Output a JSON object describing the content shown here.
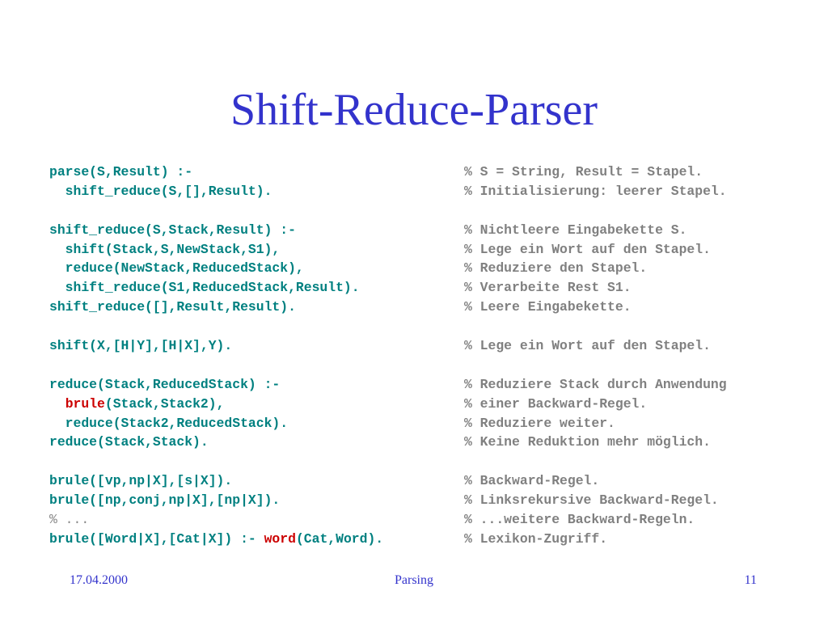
{
  "slide": {
    "title": "Shift-Reduce-Parser",
    "footer": {
      "date": "17.04.2000",
      "topic": "Parsing",
      "page": "11"
    }
  },
  "lines": [
    {
      "segments": [
        {
          "text": "parse(S,Result) :-",
          "style": "code"
        }
      ],
      "comment": "% S = String, Result = Stapel."
    },
    {
      "segments": [
        {
          "text": "  shift_reduce(S,[],Result).",
          "style": "code"
        }
      ],
      "comment": "% Initialisierung: leerer Stapel."
    },
    {
      "segments": [],
      "comment": ""
    },
    {
      "segments": [
        {
          "text": "shift_reduce(S,Stack,Result) :-",
          "style": "code"
        }
      ],
      "comment": "% Nichtleere Eingabekette S."
    },
    {
      "segments": [
        {
          "text": "  shift(Stack,S,NewStack,S1),",
          "style": "code"
        }
      ],
      "comment": "% Lege ein Wort auf den Stapel."
    },
    {
      "segments": [
        {
          "text": "  reduce(NewStack,ReducedStack),",
          "style": "code"
        }
      ],
      "comment": "% Reduziere den Stapel."
    },
    {
      "segments": [
        {
          "text": "  shift_reduce(S1,ReducedStack,Result).",
          "style": "code"
        }
      ],
      "comment": "% Verarbeite Rest S1."
    },
    {
      "segments": [
        {
          "text": "shift_reduce([],Result,Result).",
          "style": "code"
        }
      ],
      "comment": "% Leere Eingabekette."
    },
    {
      "segments": [],
      "comment": ""
    },
    {
      "segments": [
        {
          "text": "shift(X,[H|Y],[H|X],Y).",
          "style": "code"
        }
      ],
      "comment": "% Lege ein Wort auf den Stapel."
    },
    {
      "segments": [],
      "comment": ""
    },
    {
      "segments": [
        {
          "text": "reduce(Stack,ReducedStack) :-",
          "style": "code"
        }
      ],
      "comment": "% Reduziere Stack durch Anwendung"
    },
    {
      "segments": [
        {
          "text": "  ",
          "style": "code"
        },
        {
          "text": "brule",
          "style": "kw"
        },
        {
          "text": "(Stack,Stack2),",
          "style": "code"
        }
      ],
      "comment": "% einer Backward-Regel."
    },
    {
      "segments": [
        {
          "text": "  reduce(Stack2,ReducedStack).",
          "style": "code"
        }
      ],
      "comment": "% Reduziere weiter."
    },
    {
      "segments": [
        {
          "text": "reduce(Stack,Stack).",
          "style": "code"
        }
      ],
      "comment": "% Keine Reduktion mehr möglich."
    },
    {
      "segments": [],
      "comment": ""
    },
    {
      "segments": [
        {
          "text": "brule([vp,np|X],[s|X]).",
          "style": "code"
        }
      ],
      "comment": "% Backward-Regel."
    },
    {
      "segments": [
        {
          "text": "brule([np,conj,np|X],[np|X]).",
          "style": "code"
        }
      ],
      "comment": "% Linksrekursive Backward-Regel."
    },
    {
      "segments": [
        {
          "text": "% ...",
          "style": "cmt"
        }
      ],
      "comment": "% ...weitere Backward-Regeln."
    },
    {
      "segments": [
        {
          "text": "brule([Word|X],[Cat|X]) :- ",
          "style": "code"
        },
        {
          "text": "word",
          "style": "kw"
        },
        {
          "text": "(Cat,Word).",
          "style": "code"
        }
      ],
      "comment": "% Lexikon-Zugriff."
    }
  ],
  "colors": {
    "title": "#3333cc",
    "code": "#008080",
    "keyword": "#cc0000",
    "comment": "#808080",
    "footer": "#3333cc"
  }
}
